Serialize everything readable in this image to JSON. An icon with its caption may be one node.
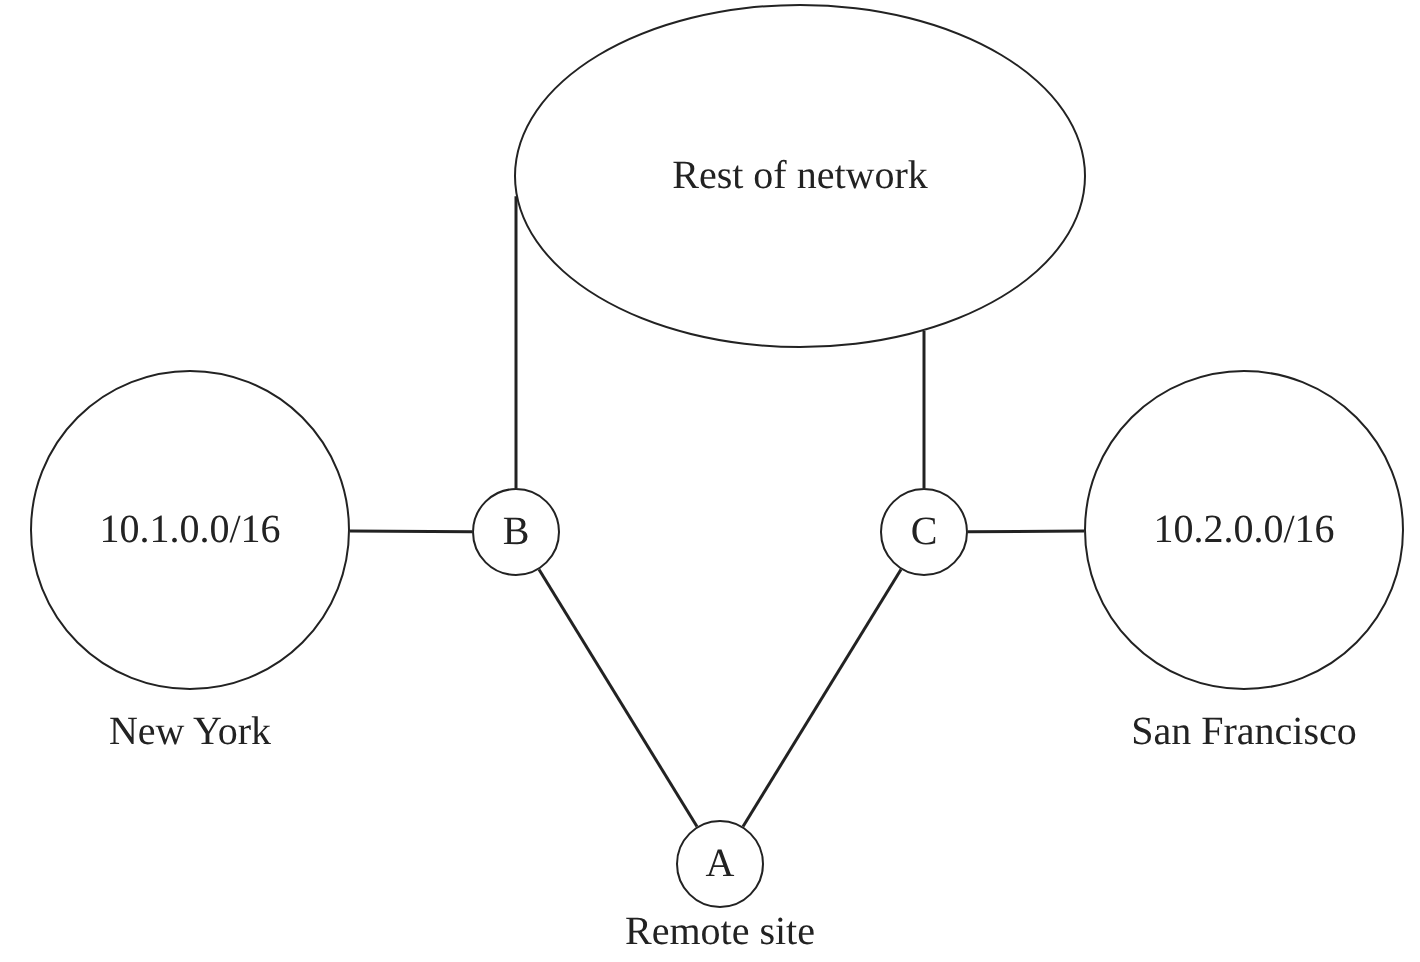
{
  "diagram": {
    "nodes": [
      {
        "text": [
          "Rest of network"
        ]
      },
      {
        "text": [
          "10.1.0.0/16"
        ],
        "beside": [
          "New York"
        ]
      },
      {
        "text": [
          "B"
        ]
      },
      {
        "text": [
          "C"
        ]
      },
      {
        "text": [
          "10.2.0.0/16"
        ],
        "beside": [
          "San Francisco"
        ]
      },
      {
        "text": [
          "A"
        ],
        "beside": [
          "Remote site"
        ]
      }
    ],
    "edges": [
      {
        "from": 1,
        "to": 2,
        "arrow": "none"
      },
      {
        "from": 2,
        "to": 0,
        "arrow": "none"
      },
      {
        "from": 3,
        "to": 0,
        "arrow": "none"
      },
      {
        "from": 3,
        "to": 4,
        "arrow": "none"
      },
      {
        "from": 2,
        "to": 5,
        "arrow": "none"
      },
      {
        "from": 3,
        "to": 5,
        "arrow": "none"
      }
    ]
  }
}
